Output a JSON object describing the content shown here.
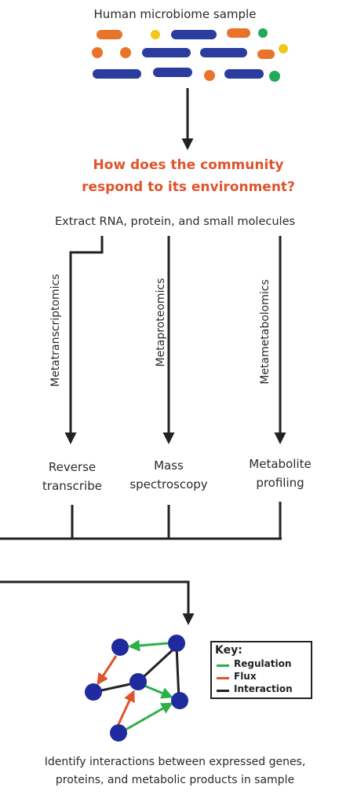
{
  "diagram": {
    "sample_label": "Human microbiome sample",
    "question": [
      "How does the community",
      "respond to its environment?"
    ],
    "extract_label": "Extract RNA, protein, and small molecules",
    "branches": [
      {
        "method": "Metatranscriptomics",
        "step": [
          "Reverse",
          "transcribe"
        ]
      },
      {
        "method": "Metaproteomics",
        "step": [
          "Mass",
          "spectroscopy"
        ]
      },
      {
        "method": "Metametabolomics",
        "step": [
          "Metabolite",
          "profiling"
        ]
      }
    ],
    "key": {
      "title": "Key:",
      "items": [
        {
          "label": "Regulation",
          "color": "#2bb04a"
        },
        {
          "label": "Flux",
          "color": "#e0532a"
        },
        {
          "label": "Interaction",
          "color": "#222222"
        }
      ]
    },
    "caption": [
      "Identify interactions between expressed genes,",
      "proteins, and metabolic products in sample"
    ]
  },
  "colors": {
    "question": "#e0532a",
    "microbe_blue": "#2a3c9e",
    "microbe_orange": "#e8742a",
    "microbe_yellow": "#f2c719",
    "microbe_green": "#24a85a",
    "node": "#1e2a9e",
    "arrow": "#222222"
  }
}
